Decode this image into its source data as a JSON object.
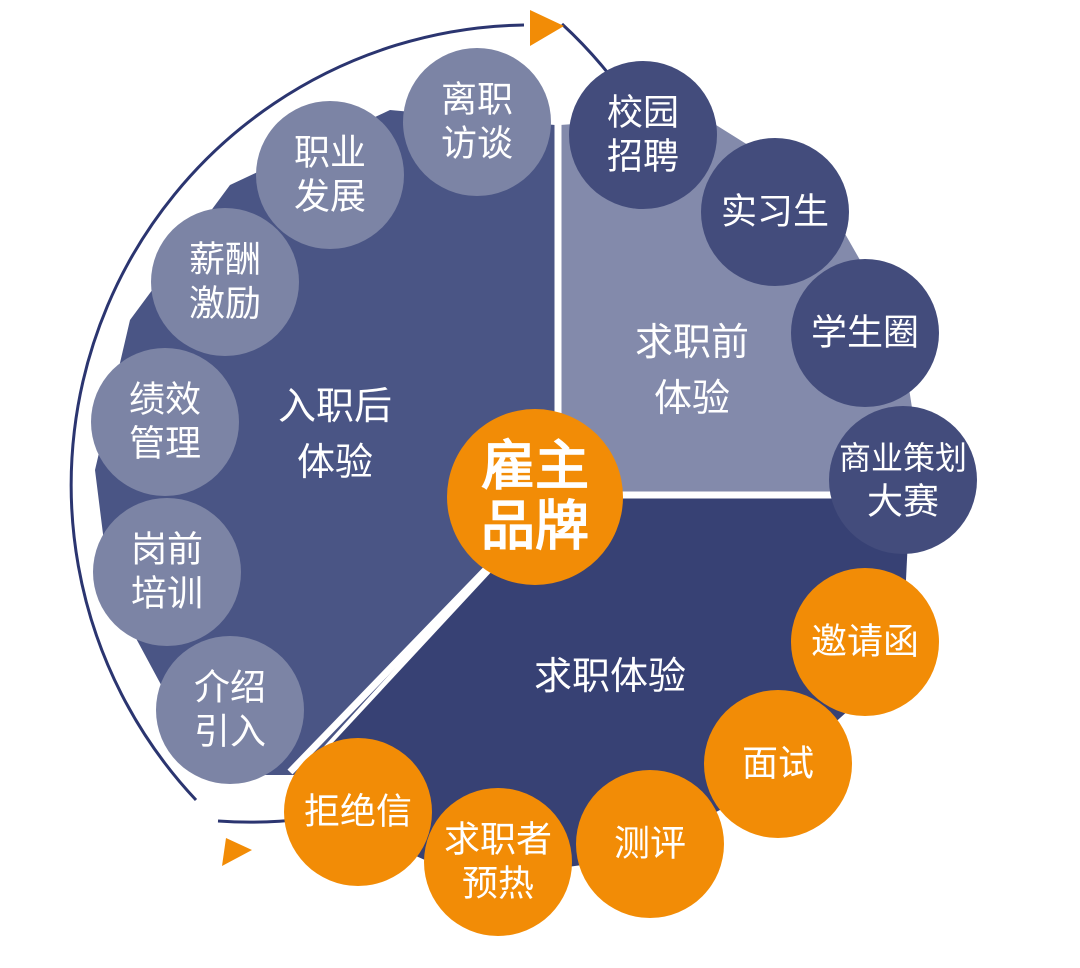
{
  "colors": {
    "ring": "#2b3570",
    "arrow": "#f28c06",
    "sector_pre": "#838aab",
    "sector_job": "#374174",
    "sector_post": "#4a5585",
    "bubble_light": "#7c84a5",
    "bubble_dark": "#434c7c",
    "bubble_orange": "#f28c06",
    "center": "#f28c06",
    "text": "#ffffff",
    "divider": "#ffffff"
  },
  "center": {
    "line1": "雇主",
    "line2": "品牌"
  },
  "sectors": {
    "pre": {
      "line1": "求职前",
      "line2": "体验"
    },
    "job": {
      "line1": "求职体验"
    },
    "post": {
      "line1": "入职后",
      "line2": "体验"
    }
  },
  "bubbles": [
    {
      "id": "exit-interview",
      "group": "post",
      "lines": [
        "离职",
        "访谈"
      ]
    },
    {
      "id": "career-development",
      "group": "post",
      "lines": [
        "职业",
        "发展"
      ]
    },
    {
      "id": "compensation",
      "group": "post",
      "lines": [
        "薪酬",
        "激励"
      ]
    },
    {
      "id": "performance",
      "group": "post",
      "lines": [
        "绩效",
        "管理"
      ]
    },
    {
      "id": "pre-job-training",
      "group": "post",
      "lines": [
        "岗前",
        "培训"
      ]
    },
    {
      "id": "introduction",
      "group": "post",
      "lines": [
        "介绍",
        "引入"
      ]
    },
    {
      "id": "campus-recruiting",
      "group": "pre",
      "lines": [
        "校园",
        "招聘"
      ]
    },
    {
      "id": "intern",
      "group": "pre",
      "lines": [
        "实习生"
      ]
    },
    {
      "id": "student-circle",
      "group": "pre",
      "lines": [
        "学生圈"
      ]
    },
    {
      "id": "business-contest",
      "group": "pre",
      "lines": [
        "商业策划",
        "大赛"
      ]
    },
    {
      "id": "invitation",
      "group": "job",
      "lines": [
        "邀请函"
      ]
    },
    {
      "id": "interview",
      "group": "job",
      "lines": [
        "面试"
      ]
    },
    {
      "id": "assessment",
      "group": "job",
      "lines": [
        "测评"
      ]
    },
    {
      "id": "candidate-warmup",
      "group": "job",
      "lines": [
        "求职者",
        "预热"
      ]
    },
    {
      "id": "rejection-letter",
      "group": "job",
      "lines": [
        "拒绝信"
      ]
    }
  ]
}
